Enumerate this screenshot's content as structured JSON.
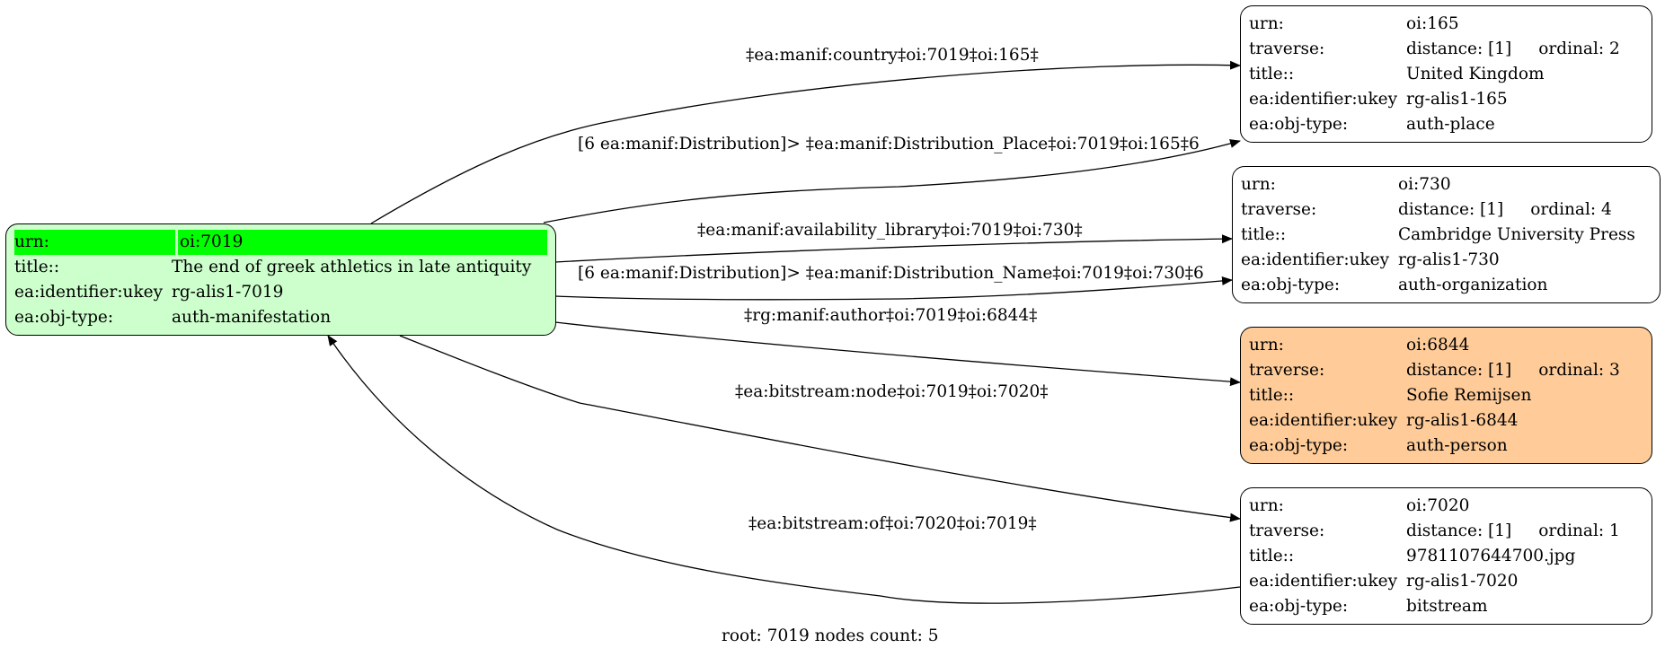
{
  "root_node": {
    "urn": {
      "key": "urn:",
      "value": "oi:7019"
    },
    "title": {
      "key": "title::",
      "value": "The end of greek athletics in late antiquity"
    },
    "ukey": {
      "key": "ea:identifier:ukey",
      "value": "rg-alis1-7019"
    },
    "objtype": {
      "key": "ea:obj-type:",
      "value": "auth-manifestation"
    }
  },
  "nodes": [
    {
      "urn": {
        "key": "urn:",
        "value": "oi:165"
      },
      "traverse": {
        "key": "traverse:",
        "distance": "distance: [1]",
        "ordinal": "ordinal: 2"
      },
      "title": {
        "key": "title::",
        "value": "United Kingdom"
      },
      "ukey": {
        "key": "ea:identifier:ukey",
        "value": "rg-alis1-165"
      },
      "objtype": {
        "key": "ea:obj-type:",
        "value": "auth-place"
      }
    },
    {
      "urn": {
        "key": "urn:",
        "value": "oi:730"
      },
      "traverse": {
        "key": "traverse:",
        "distance": "distance: [1]",
        "ordinal": "ordinal: 4"
      },
      "title": {
        "key": "title::",
        "value": "Cambridge University Press"
      },
      "ukey": {
        "key": "ea:identifier:ukey",
        "value": "rg-alis1-730"
      },
      "objtype": {
        "key": "ea:obj-type:",
        "value": "auth-organization"
      }
    },
    {
      "urn": {
        "key": "urn:",
        "value": "oi:6844"
      },
      "traverse": {
        "key": "traverse:",
        "distance": "distance: [1]",
        "ordinal": "ordinal: 3"
      },
      "title": {
        "key": "title::",
        "value": "Sofie Remijsen"
      },
      "ukey": {
        "key": "ea:identifier:ukey",
        "value": "rg-alis1-6844"
      },
      "objtype": {
        "key": "ea:obj-type:",
        "value": "auth-person"
      }
    },
    {
      "urn": {
        "key": "urn:",
        "value": "oi:7020"
      },
      "traverse": {
        "key": "traverse:",
        "distance": "distance: [1]",
        "ordinal": "ordinal: 1"
      },
      "title": {
        "key": "title::",
        "value": "9781107644700.jpg"
      },
      "ukey": {
        "key": "ea:identifier:ukey",
        "value": "rg-alis1-7020"
      },
      "objtype": {
        "key": "ea:obj-type:",
        "value": "bitstream"
      }
    }
  ],
  "edges": [
    {
      "label": "‡ea:manif:country‡oi:7019‡oi:165‡"
    },
    {
      "label": "[6 ea:manif:Distribution]> ‡ea:manif:Distribution_Place‡oi:7019‡oi:165‡6"
    },
    {
      "label": "‡ea:manif:availability_library‡oi:7019‡oi:730‡"
    },
    {
      "label": "[6 ea:manif:Distribution]> ‡ea:manif:Distribution_Name‡oi:7019‡oi:730‡6"
    },
    {
      "label": "‡rg:manif:author‡oi:7019‡oi:6844‡"
    },
    {
      "label": "‡ea:bitstream:node‡oi:7019‡oi:7020‡"
    },
    {
      "label": "‡ea:bitstream:of‡oi:7020‡oi:7019‡"
    }
  ],
  "footer": "root: 7019 nodes count: 5",
  "colors": {
    "root_fill": "#ccffcc",
    "root_highlight": "#00ff00",
    "person_fill": "#ffcc99",
    "node_fill": "#ffffff"
  }
}
